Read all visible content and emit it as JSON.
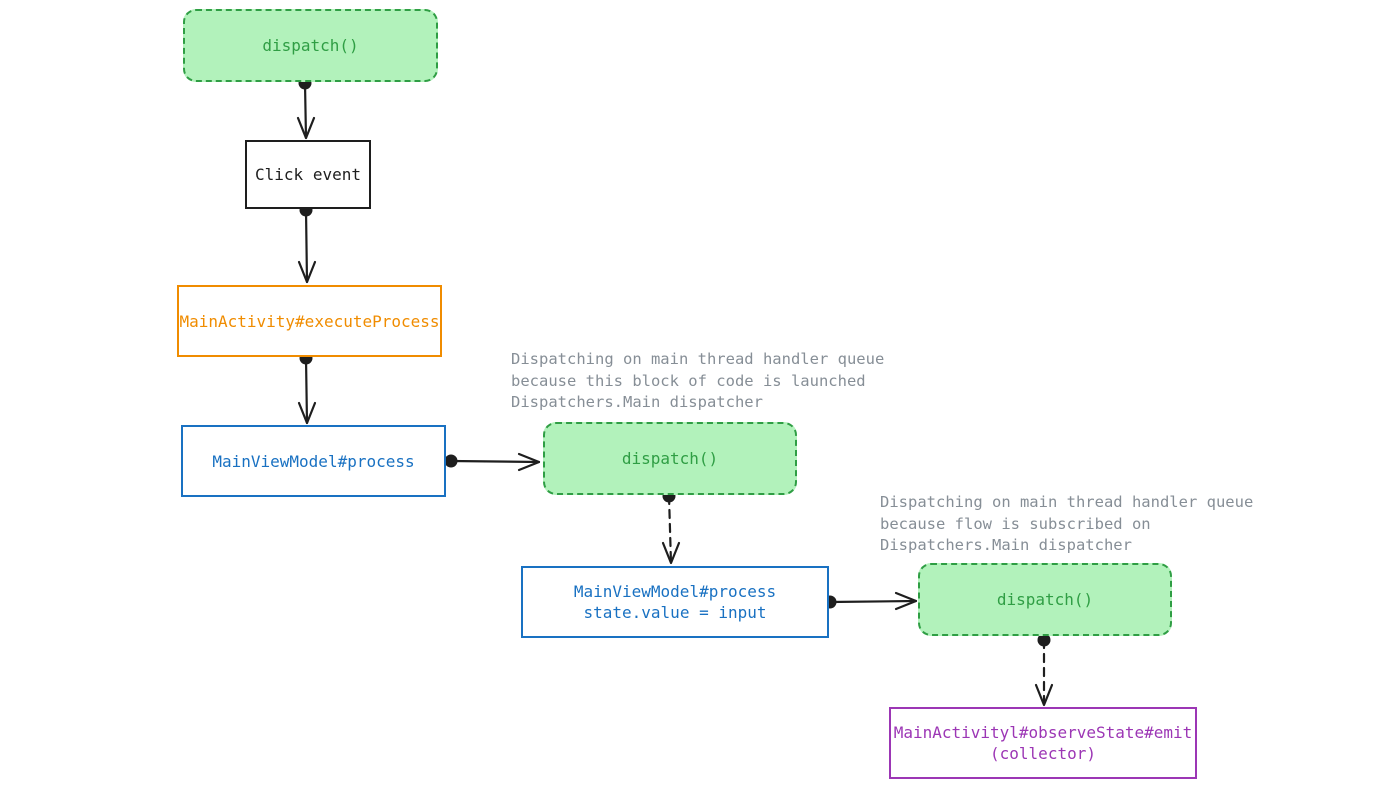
{
  "nodes": {
    "dispatch_top": {
      "label": "dispatch()"
    },
    "click_event": {
      "label": "Click event"
    },
    "execute_process": {
      "label": "MainActivity#executeProcess"
    },
    "viewmodel_process": {
      "label": "MainViewModel#process"
    },
    "dispatch_middle": {
      "label": "dispatch()"
    },
    "state_update": {
      "line1": "MainViewModel#process",
      "line2": "state.value = input"
    },
    "dispatch_bottom": {
      "label": "dispatch()"
    },
    "collector": {
      "line1": "MainActivityl#observeState#emit",
      "line2": "(collector)"
    }
  },
  "notes": {
    "main_dispatch": {
      "line1": "Dispatching on main thread handler queue",
      "line2": "because this block of code is launched",
      "line3": "Dispatchers.Main dispatcher"
    },
    "flow_dispatch": {
      "line1": "Dispatching on main thread handler queue",
      "line2": "because flow is subscribed on",
      "line3": "Dispatchers.Main dispatcher"
    }
  },
  "colors": {
    "dispatch_fill": "#b2f2bb",
    "dispatch_stroke": "#2f9e44",
    "activity": "#f08c00",
    "viewmodel": "#1971c2",
    "collector": "#9c36b5",
    "note": "#868e96",
    "ink": "#1e1e1e"
  }
}
